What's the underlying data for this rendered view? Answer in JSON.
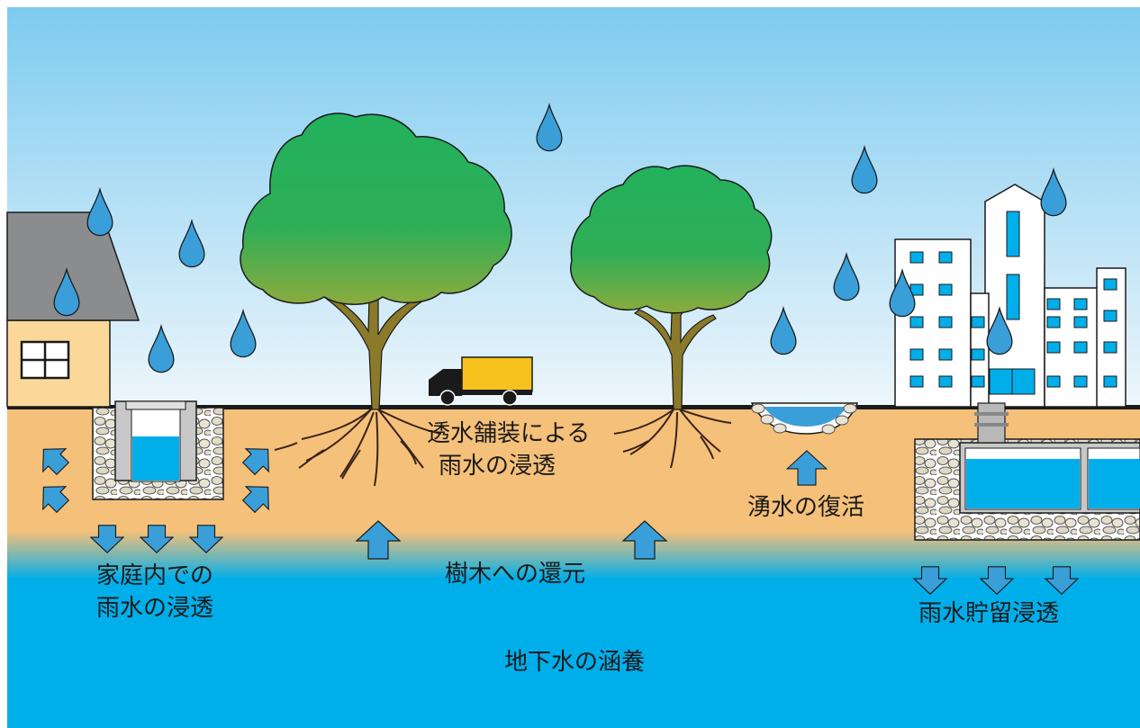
{
  "labels": {
    "permeable_pavement_line1": "透水舗装による",
    "permeable_pavement_line2": "雨水の浸透",
    "spring_revival": "湧水の復活",
    "home_infiltration_line1": "家庭内での",
    "home_infiltration_line2": "雨水の浸透",
    "return_to_trees": "樹木への還元",
    "storage_infiltration": "雨水貯留浸透",
    "groundwater_recharge": "地下水の涵養"
  },
  "colors": {
    "sky_top": "#7ecbf0",
    "sky_bottom": "#eaf5fb",
    "soil": "#f5c07a",
    "groundwater": "#00aeea",
    "water_drop": "#3a9fd8",
    "arrow": "#3a9fd8",
    "tree_canopy": "#22b15c",
    "trunk": "#8a7a2a",
    "truck_cargo": "#f7c21e",
    "house_wall": "#fbd89a",
    "house_roof": "#8a8c8e"
  },
  "icons": {
    "rain": "water-drop-icon",
    "arrow": "arrow-icon"
  }
}
